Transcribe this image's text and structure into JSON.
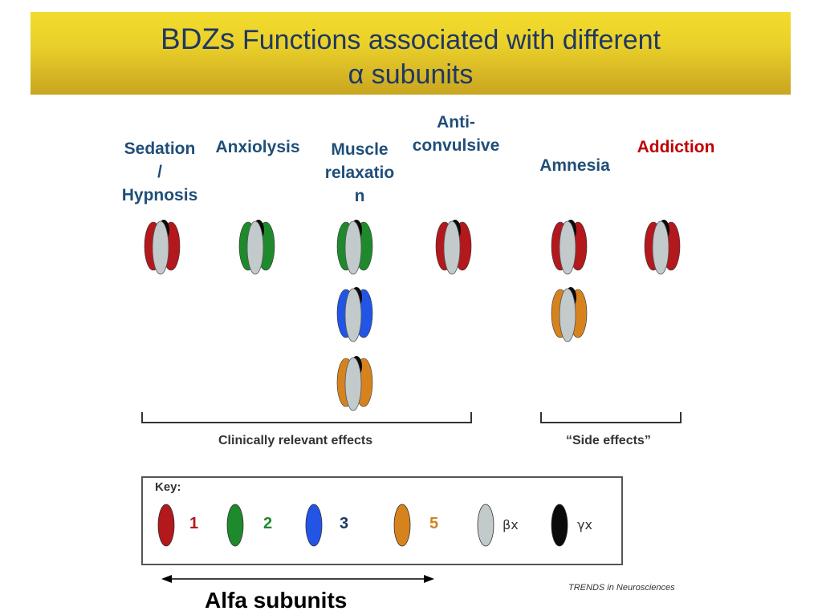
{
  "title": {
    "lead": "BDZs",
    "line1_rest": "Functions associated with different",
    "line2": "α subunits"
  },
  "effects": [
    {
      "label_lines": [
        "Sedation",
        "/",
        "Hypnosis"
      ]
    },
    {
      "label_lines": [
        "Anxiolysis"
      ]
    },
    {
      "label_lines": [
        "Muscle",
        "relaxatio",
        "n"
      ]
    },
    {
      "label_lines": [
        "Anti-",
        "convulsive"
      ]
    },
    {
      "label_lines": [
        "Amnesia"
      ]
    },
    {
      "label_lines": [
        "Addiction"
      ]
    }
  ],
  "receptor_columns": [
    {
      "alphas": [
        "1"
      ]
    },
    {
      "alphas": [
        "2"
      ]
    },
    {
      "alphas": [
        "2",
        "3",
        "5"
      ]
    },
    {
      "alphas": [
        "1"
      ]
    },
    {
      "alphas": [
        "1",
        "5"
      ]
    },
    {
      "alphas": [
        "1"
      ]
    }
  ],
  "groups": {
    "clinical": "Clinically relevant effects",
    "side": "“Side effects”"
  },
  "key": {
    "title": "Key:",
    "items": [
      {
        "label": "1",
        "subunit": "alpha1"
      },
      {
        "label": "2",
        "subunit": "alpha2"
      },
      {
        "label": "3",
        "subunit": "alpha3"
      },
      {
        "label": "5",
        "subunit": "alpha5"
      },
      {
        "label": "βx",
        "subunit": "beta"
      },
      {
        "label": "γx",
        "subunit": "gamma"
      }
    ]
  },
  "alfa_caption": "Alfa subunits",
  "credit": "TRENDS in Neurosciences",
  "colors": {
    "alpha1": "#b3181d",
    "alpha2": "#1e8a2c",
    "alpha3": "#2255e6",
    "alpha5": "#d6831e",
    "beta": "#c3cacc",
    "gamma": "#0a0a0a",
    "title_text": "#1f3864",
    "label_text": "#1f4e79",
    "addiction_text": "#c00000"
  }
}
